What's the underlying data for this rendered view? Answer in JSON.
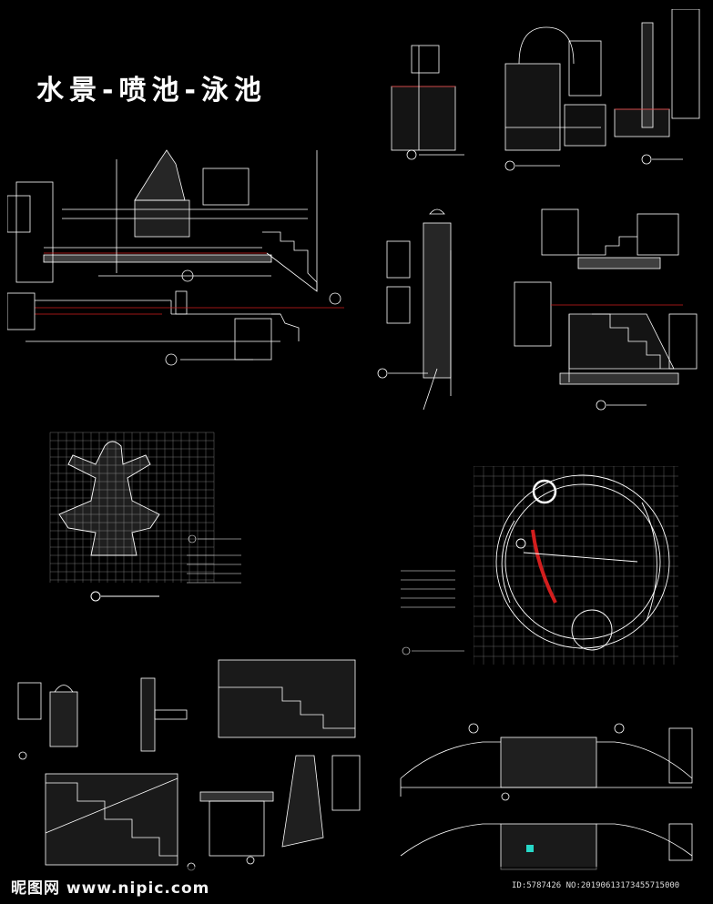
{
  "title": "水景-喷池-泳池",
  "watermark": {
    "site": "昵图网 www.nipic.com",
    "id": "ID:5787426 NO:20190613173455715000"
  },
  "colors": {
    "background": "#000000",
    "line": "#ffffff",
    "accent_red": "#d21e1e",
    "accent_cyan": "#27d8c8",
    "grid": "#8a8a8a"
  }
}
